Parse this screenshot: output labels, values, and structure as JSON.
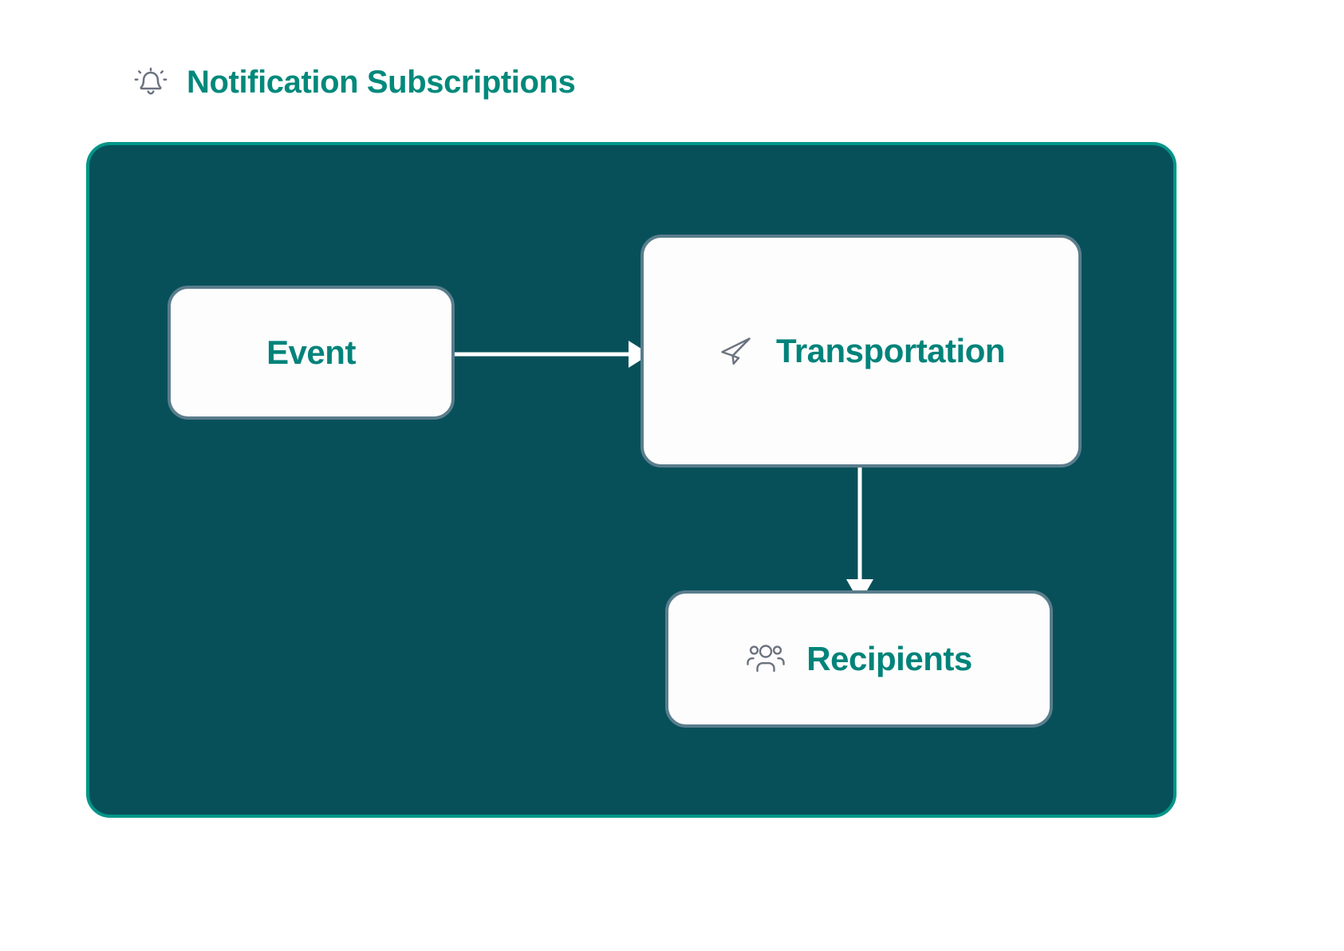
{
  "page": {
    "background_color": "#ffffff"
  },
  "header": {
    "icon": "bell-ringing-icon",
    "title": "Notification Subscriptions",
    "title_color": "#00897b"
  },
  "panel": {
    "background_color": "#07505a",
    "border_color": "#009688"
  },
  "diagram": {
    "nodes": [
      {
        "id": "event",
        "label": "Event",
        "icon": null,
        "label_color": "#00837a",
        "background_color": "#fdfdfd",
        "border_color": "#5a7d8c"
      },
      {
        "id": "transportation",
        "label": "Transportation",
        "icon": "paper-plane-icon",
        "icon_color": "#6b7280",
        "label_color": "#00837a",
        "background_color": "#fdfdfd",
        "border_color": "#5a7d8c"
      },
      {
        "id": "recipients",
        "label": "Recipients",
        "icon": "users-group-icon",
        "icon_color": "#6b7280",
        "label_color": "#00837a",
        "background_color": "#fdfdfd",
        "border_color": "#5a7d8c"
      }
    ],
    "edges": [
      {
        "id": "event-to-transportation",
        "from": "event",
        "to": "transportation",
        "direction": "right",
        "color": "#ffffff"
      },
      {
        "id": "transportation-to-recipients",
        "from": "transportation",
        "to": "recipients",
        "direction": "down",
        "color": "#ffffff"
      }
    ]
  }
}
